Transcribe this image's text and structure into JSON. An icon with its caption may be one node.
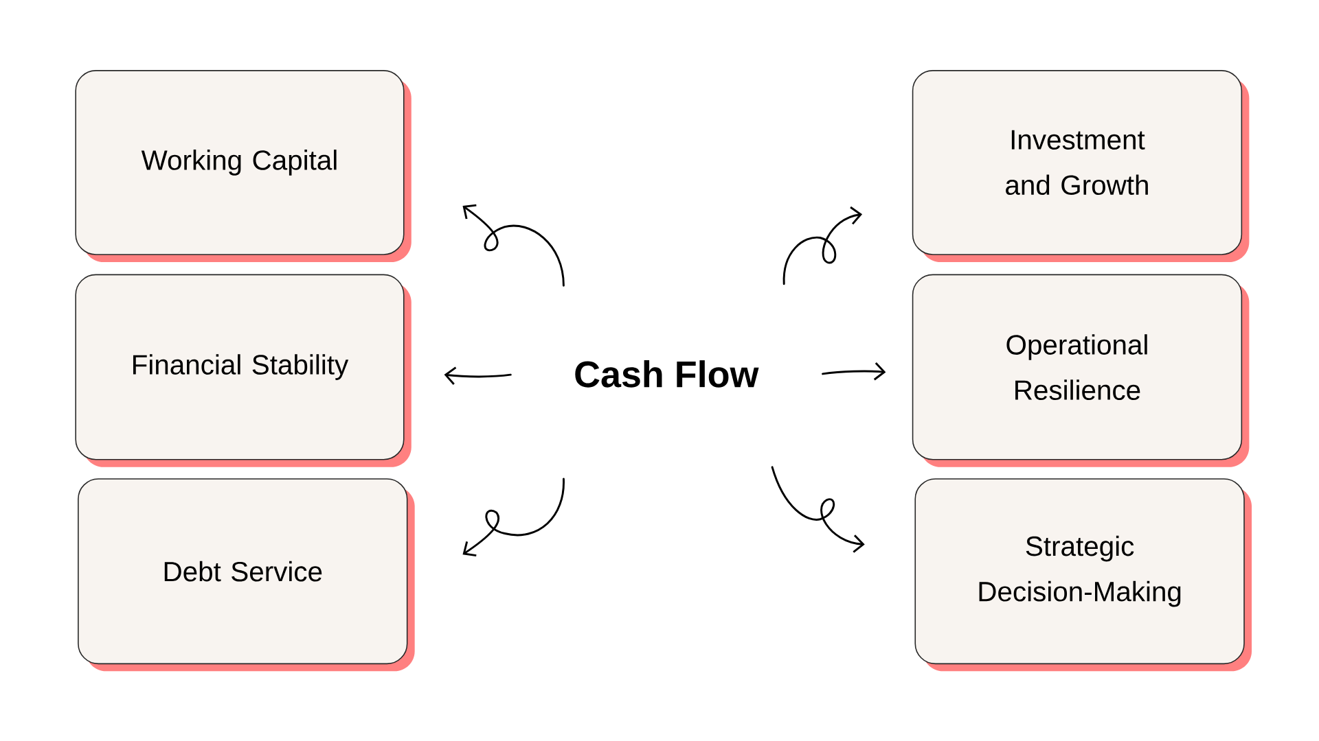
{
  "diagram": {
    "nodes": [
      {
        "text": [
          "Cash Flow"
        ]
      },
      {
        "text": [
          "Working Capital"
        ]
      },
      {
        "text": [
          "Financial Stability"
        ]
      },
      {
        "text": [
          "Debt Service"
        ]
      },
      {
        "text": [
          "Investment and Growth"
        ]
      },
      {
        "text": [
          "Operational Resilience"
        ]
      },
      {
        "text": [
          "Strategic Decision-Making"
        ]
      }
    ],
    "edges": [
      {
        "from": 0,
        "to": 1,
        "arrow": "to"
      },
      {
        "from": 0,
        "to": 2,
        "arrow": "to"
      },
      {
        "from": 0,
        "to": 3,
        "arrow": "to"
      },
      {
        "from": 0,
        "to": 4,
        "arrow": "to"
      },
      {
        "from": 0,
        "to": 5,
        "arrow": "to"
      },
      {
        "from": 0,
        "to": 6,
        "arrow": "to"
      }
    ]
  }
}
